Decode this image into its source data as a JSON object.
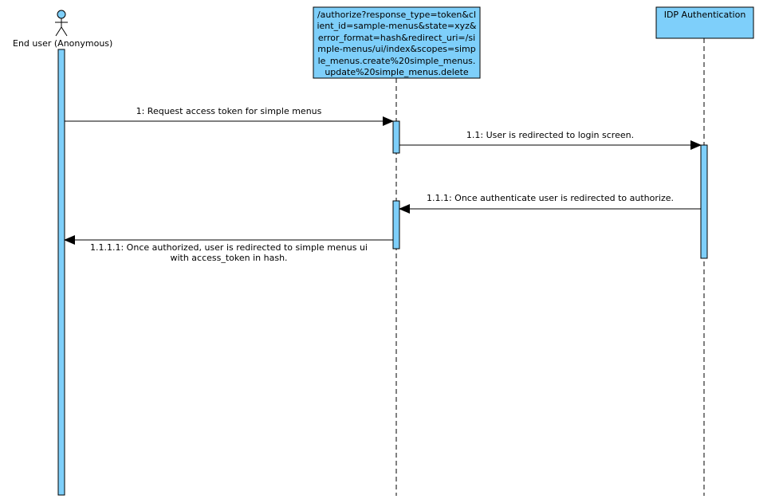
{
  "colors": {
    "fill": "#7ecffa",
    "stroke": "#000000",
    "background": "#ffffff"
  },
  "participants": {
    "end_user": {
      "label": "End user (Anonymous)",
      "icon": "actor-stick-figure-icon"
    },
    "authorize_endpoint": {
      "label": "/authorize?response_type=token&client_id=sample-menus&state=xyz&error_format=hash&redirect_uri=/simple-menus/ui/index&scopes=simple_menus.create%20simple_menus.update%20simple_menus.delete",
      "lines": [
        "/authorize?response_type=token&cl",
        "ient_id=sample-menus&state=xyz&",
        "error_format=hash&redirect_uri=/si",
        "mple-menus/ui/index&scopes=simp",
        "le_menus.create%20simple_menus.",
        "update%20simple_menus.delete"
      ]
    },
    "idp": {
      "label": "IDP Authentication"
    }
  },
  "messages": [
    {
      "number": "1",
      "text": "1: Request access token for simple menus"
    },
    {
      "number": "1.1",
      "text": "1.1: User is redirected to login screen."
    },
    {
      "number": "1.1.1",
      "text": "1.1.1: Once authenticate user is redirected to authorize."
    },
    {
      "number": "1.1.1.1",
      "text_line1": "1.1.1.1: Once authorized, user is redirected to simple menus ui",
      "text_line2": "with access_token in hash."
    }
  ]
}
